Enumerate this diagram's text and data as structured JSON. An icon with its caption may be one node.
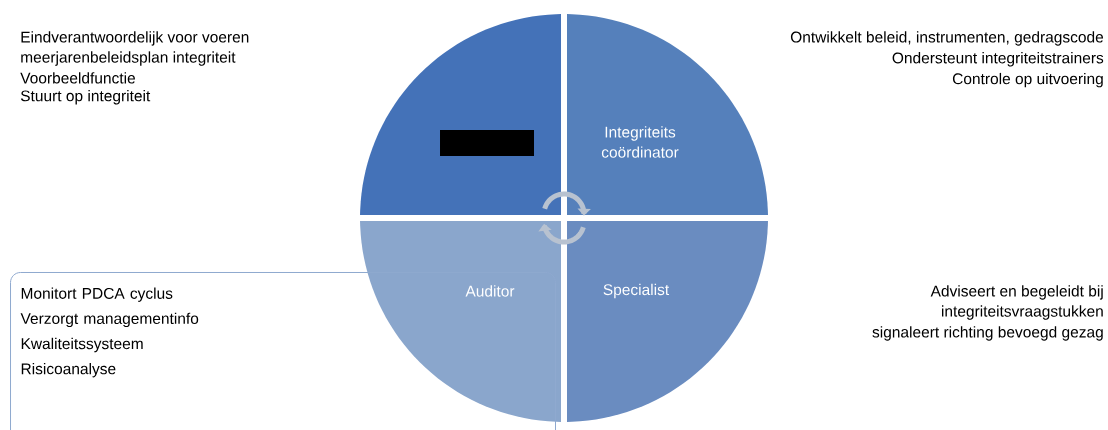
{
  "diagram": {
    "nodes": [
      {
        "text": [],
        "shape": "sector",
        "beside": [
          "Eindverantwoordelijk voor voeren meerjarenbeleidsplan integriteit",
          "Voorbeeldfunctie",
          "Stuurt op integriteit"
        ]
      },
      {
        "text": [
          "Integriteits coördinator"
        ],
        "beside": [
          "Ontwikkelt beleid, instrumenten, gedragscode",
          "Ondersteunt integriteitstrainers",
          "Controle op uitvoering"
        ]
      },
      {
        "text": [
          "Auditor"
        ]
      },
      {
        "text": [
          "Specialist"
        ],
        "beside": [
          "Adviseert en begeleidt bij integriteitsvraagstukken",
          "signaleert richting bevoegd gezag"
        ]
      },
      {
        "text": [
          "Monitort PDCA cyclus",
          "Verzorgt managementinfo",
          "Kwaliteitssysteem",
          "Risicoanalyse"
        ]
      }
    ],
    "edges": [
      {
        "from": 0,
        "to": 1,
        "arrow": "to"
      },
      {
        "from": 3,
        "to": 2,
        "arrow": "to"
      }
    ]
  }
}
